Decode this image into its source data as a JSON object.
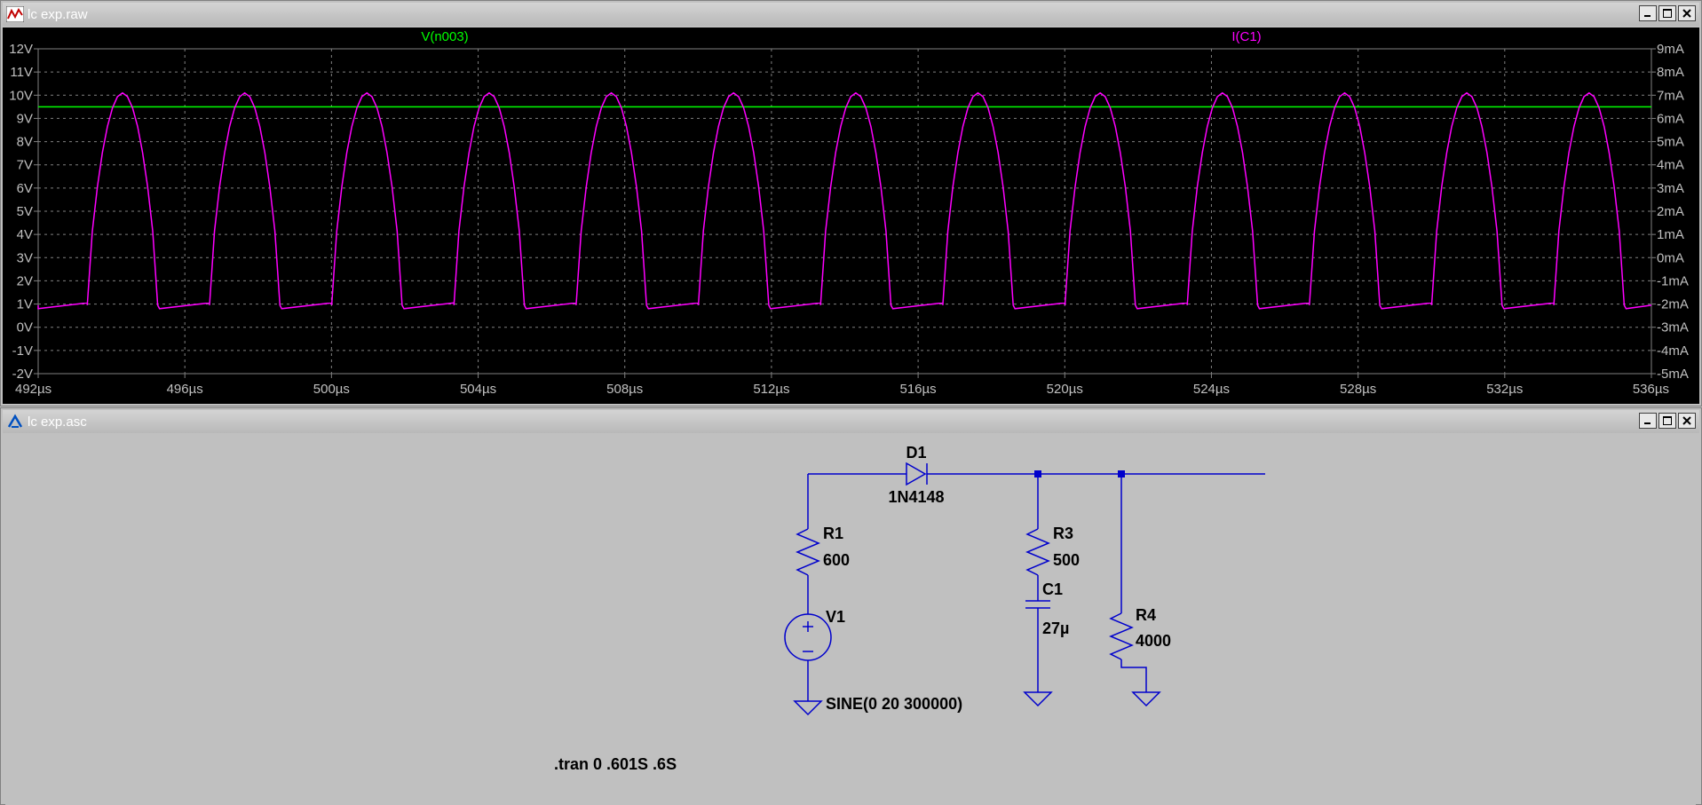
{
  "waveform_window": {
    "title": "lc exp.raw",
    "traces": [
      {
        "name": "V(n003)",
        "color": "#00ff00"
      },
      {
        "name": "I(C1)",
        "color": "#ff00ff"
      }
    ],
    "left_axis": {
      "unit": "V",
      "ticks": [
        "12V",
        "11V",
        "10V",
        "9V",
        "8V",
        "7V",
        "6V",
        "5V",
        "4V",
        "3V",
        "2V",
        "1V",
        "0V",
        "-1V",
        "-2V"
      ]
    },
    "right_axis": {
      "unit": "mA",
      "ticks": [
        "9mA",
        "8mA",
        "7mA",
        "6mA",
        "5mA",
        "4mA",
        "3mA",
        "2mA",
        "1mA",
        "0mA",
        "-1mA",
        "-2mA",
        "-3mA",
        "-4mA",
        "-5mA"
      ]
    },
    "x_axis": {
      "ticks": [
        "492µs",
        "496µs",
        "500µs",
        "504µs",
        "508µs",
        "512µs",
        "516µs",
        "520µs",
        "524µs",
        "528µs",
        "532µs",
        "536µs"
      ]
    }
  },
  "chart_data": {
    "type": "line",
    "x_range": [
      492,
      536
    ],
    "x_unit": "µs",
    "y_left_range": [
      -2,
      12
    ],
    "y_left_unit": "V",
    "y_right_range": [
      -5,
      9
    ],
    "y_right_unit": "mA",
    "grid": true,
    "series": [
      {
        "name": "V(n003)",
        "axis": "left",
        "kind": "constant",
        "value": 9.5,
        "x_start": 492,
        "x_end": 536
      },
      {
        "name": "I(C1)",
        "axis": "right",
        "kind": "periodic-pulse",
        "period_us": 3.3333,
        "first_peak_us": 494.3,
        "peak_mA": 7.1,
        "baseline_mA": -2.05,
        "dip_mA": -2.2,
        "rise_width_us": 0.6,
        "fall_width_us": 0.6
      }
    ]
  },
  "schematic_window": {
    "title": "lc exp.asc",
    "components": {
      "D1": {
        "name": "D1",
        "value": "1N4148"
      },
      "R1": {
        "name": "R1",
        "value": "600"
      },
      "R3": {
        "name": "R3",
        "value": "500"
      },
      "C1": {
        "name": "C1",
        "value": "27µ"
      },
      "R4": {
        "name": "R4",
        "value": "4000"
      },
      "V1": {
        "name": "V1",
        "value": "SINE(0 20 300000)"
      }
    },
    "directive": ".tran 0 .601S .6S"
  },
  "colors": {
    "wire": "#0000cc",
    "grid": "#808080",
    "plot_bg": "#000000",
    "axis_text": "#c0c0c0"
  }
}
